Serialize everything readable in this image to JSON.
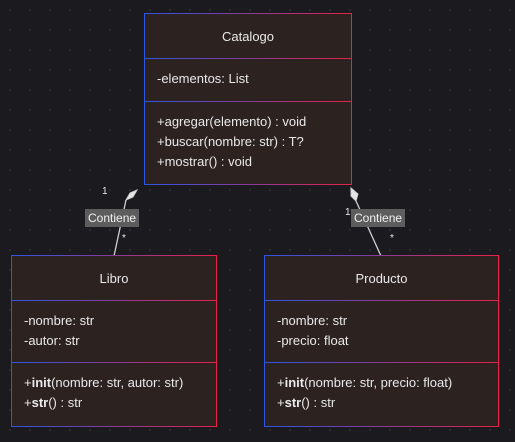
{
  "classes": {
    "catalogo": {
      "name": "Catalogo",
      "attributes": [
        "-elementos: List"
      ],
      "methods": [
        "+agregar(elemento) : void",
        "+buscar(nombre: str) : T?",
        "+mostrar() : void"
      ]
    },
    "libro": {
      "name": "Libro",
      "attributes": [
        "-nombre: str",
        "-autor: str"
      ],
      "methods": [
        {
          "prefix": "+",
          "bold": "init",
          "rest": "(nombre: str, autor: str)"
        },
        {
          "prefix": "+",
          "bold": "str",
          "rest": "() : str"
        }
      ]
    },
    "producto": {
      "name": "Producto",
      "attributes": [
        "-nombre: str",
        "-precio: float"
      ],
      "methods": [
        {
          "prefix": "+",
          "bold": "init",
          "rest": "(nombre: str, precio: float)"
        },
        {
          "prefix": "+",
          "bold": "str",
          "rest": "() : str"
        }
      ]
    }
  },
  "relations": {
    "libro": {
      "label": "Contiene",
      "source_mult": "1",
      "target_mult": "*"
    },
    "producto": {
      "label": "Contiene",
      "source_mult": "1",
      "target_mult": "*"
    }
  },
  "colors": {
    "background": "#1b1a1f",
    "box_fill": "#2c2220",
    "border_left": "#2e56e6",
    "border_right": "#e8204a",
    "label_fill": "#5d5d5d",
    "line": "#d0d0d0"
  }
}
